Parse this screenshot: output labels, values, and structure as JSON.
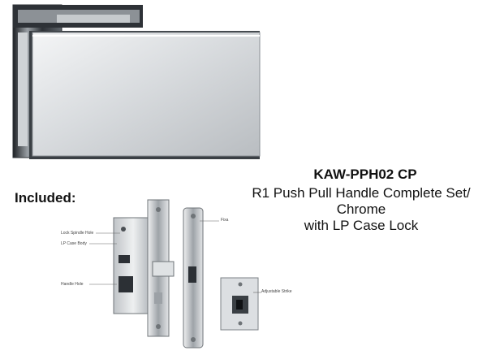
{
  "product": {
    "code": "KAW-PPH02 CP",
    "description_lines": [
      "R1 Push Pull Handle Complete Set/",
      "Chrome",
      "with LP Case Lock"
    ]
  },
  "included_label": "Included:",
  "callouts": {
    "lock_spindle": "Lock Spindle Hole",
    "lp_case_body": "LP Case Body",
    "handle_hole": "Handle Hole",
    "fixa": "Fixa",
    "adjustable_strike": "Adjustable Strike"
  },
  "colors": {
    "chrome_light": "#e8eaec",
    "chrome_dark": "#6f7478",
    "chrome_shadow": "#2c3035",
    "text": "#111111"
  }
}
